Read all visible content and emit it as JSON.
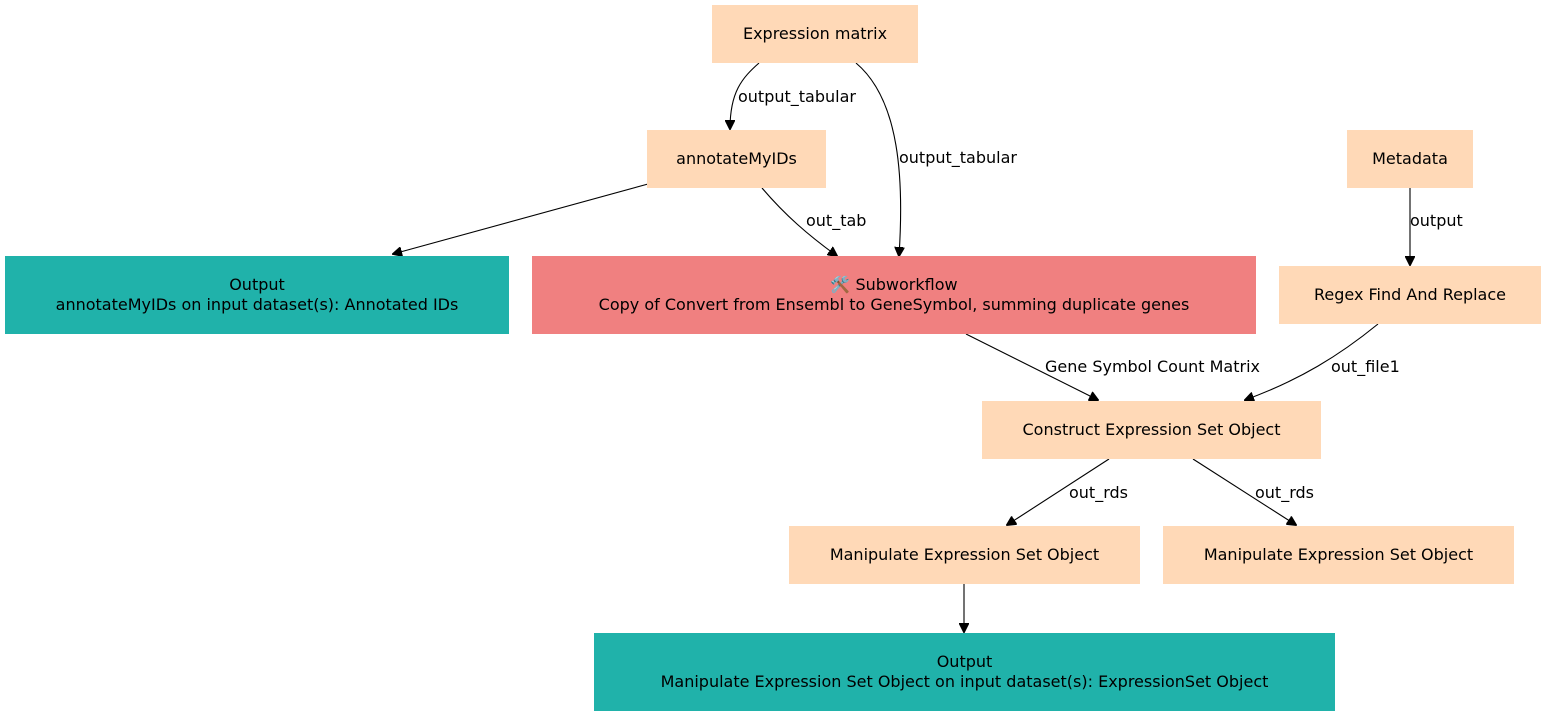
{
  "nodes": {
    "expression_matrix": "Expression matrix",
    "annotate": "annotateMyIDs",
    "metadata": "Metadata",
    "output1_title": "Output",
    "output1_text": "annotateMyIDs on input dataset(s): Annotated IDs",
    "subworkflow_title": "Subworkflow",
    "subworkflow_icon": "🛠️",
    "subworkflow_text": "Copy of Convert from Ensembl to GeneSymbol, summing duplicate genes",
    "regex": "Regex Find And Replace",
    "construct": "Construct Expression Set Object",
    "manipulate1": "Manipulate Expression Set Object",
    "manipulate2": "Manipulate Expression Set Object",
    "output2_title": "Output",
    "output2_text": "Manipulate Expression Set Object on input dataset(s): ExpressionSet Object"
  },
  "edges": {
    "e1": "output_tabular",
    "e2": "output_tabular",
    "e3": "out_tab",
    "e4": "output",
    "e5": "Gene Symbol Count Matrix",
    "e6": "out_file1",
    "e7": "out_rds",
    "e8": "out_rds"
  },
  "colors": {
    "tool": "#FFD9B7",
    "output": "#20B2AA",
    "subworkflow": "#F08080",
    "edge": "#000000"
  }
}
